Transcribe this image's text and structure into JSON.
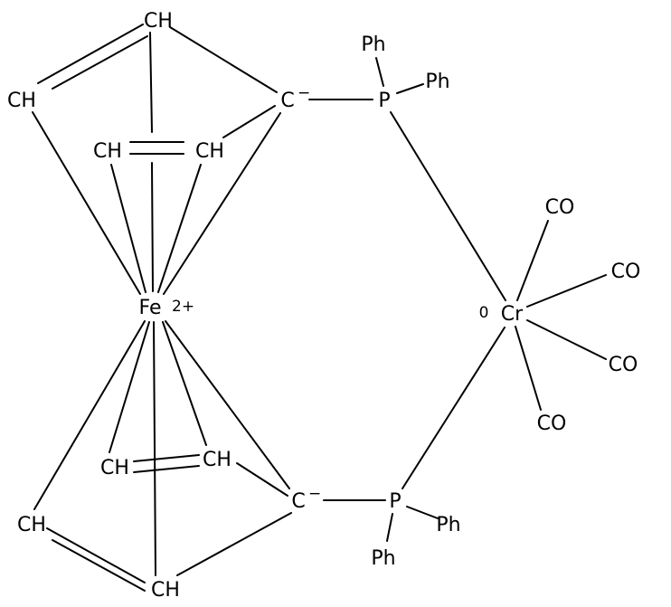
{
  "molecule": {
    "atoms": {
      "ch_top": "CH",
      "ch_ul": "CH",
      "ch_in_left": "CH",
      "ch_in_right": "CH",
      "c_up": "C",
      "c_up_charge": "−",
      "p_up": "P",
      "ph_up_1": "Ph",
      "ph_up_2": "Ph",
      "fe": "Fe",
      "fe_charge": "2+",
      "cr": "Cr",
      "cr_charge": "0",
      "co_1": "CO",
      "co_2": "CO",
      "co_3": "CO",
      "co_4": "CO",
      "ch_low_in_left": "CH",
      "ch_low_in_right": "CH",
      "ch_ll": "CH",
      "ch_bottom": "CH",
      "c_low": "C",
      "c_low_charge": "−",
      "p_low": "P",
      "ph_low_1": "Ph",
      "ph_low_2": "Ph"
    }
  }
}
